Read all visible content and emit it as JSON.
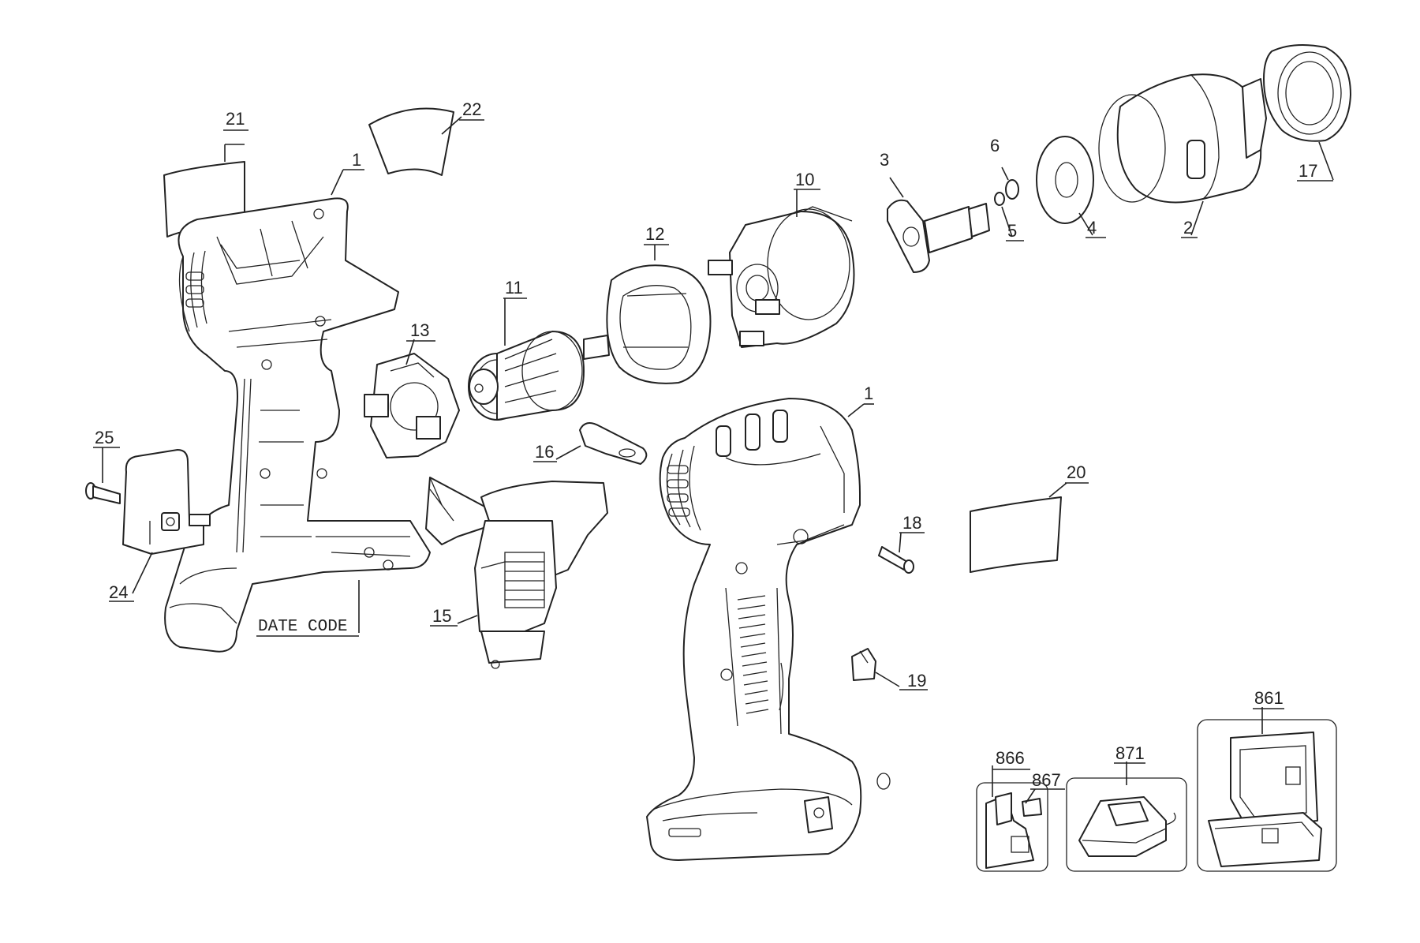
{
  "labels": {
    "p1a": "1",
    "p1b": "1",
    "p2": "2",
    "p3": "3",
    "p4": "4",
    "p5": "5",
    "p6": "6",
    "p10": "10",
    "p11": "11",
    "p12": "12",
    "p13": "13",
    "p15": "15",
    "p16": "16",
    "p17": "17",
    "p18": "18",
    "p19": "19",
    "p20": "20",
    "p21": "21",
    "p22": "22",
    "p24": "24",
    "p25": "25",
    "p861": "861",
    "p866": "866",
    "p867": "867",
    "p871": "871",
    "date_code": "DATE CODE"
  }
}
